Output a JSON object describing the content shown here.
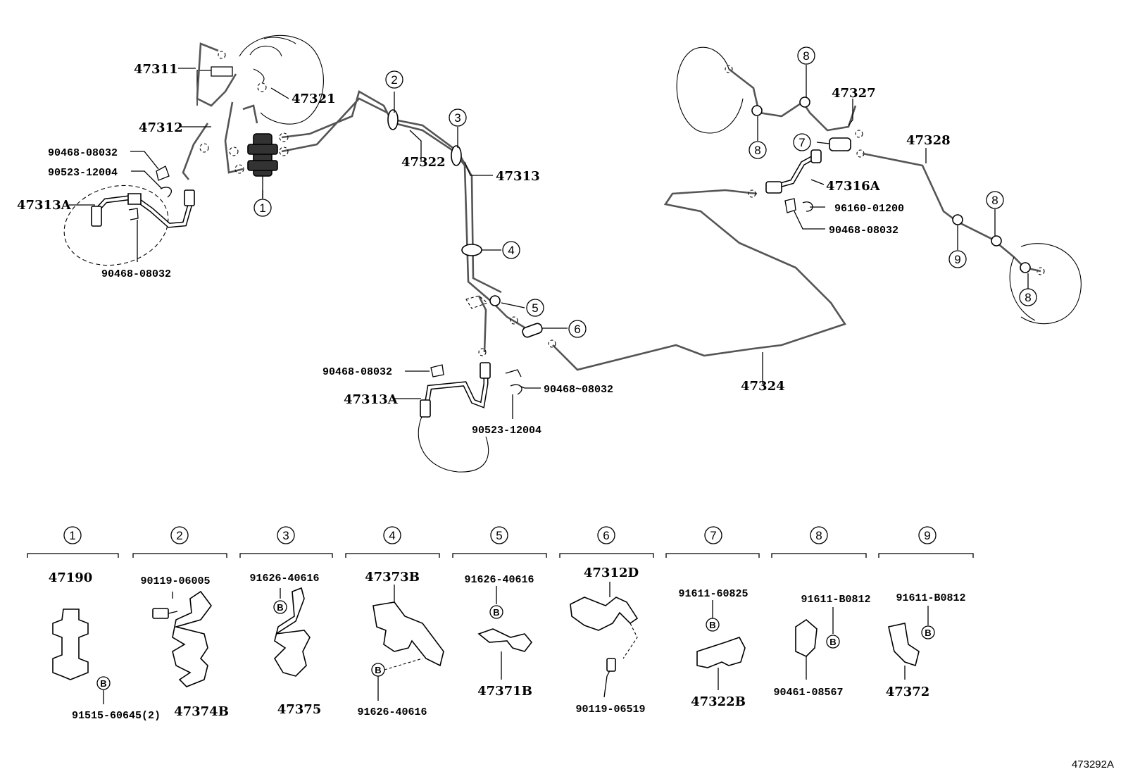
{
  "diagram_id": "473292A",
  "upper_labels": {
    "l47311": "47311",
    "l47321": "47321",
    "l47312": "47312",
    "l90468_a": "90468-08032",
    "l90523_a": "90523-12004",
    "l47313A_a": "47313A",
    "l90468_b": "90468-08032",
    "l47322": "47322",
    "l47313": "47313",
    "l90468_c": "90468-08032",
    "l47313A_b": "47313A",
    "l90468_d": "90468~08032",
    "l90523_b": "90523-12004",
    "l47324": "47324",
    "l47327": "47327",
    "l47328": "47328",
    "l47316A": "47316A",
    "l96160": "96160-01200",
    "l90468_e": "90468-08032"
  },
  "callouts": {
    "c1": "1",
    "c2": "2",
    "c3": "3",
    "c4": "4",
    "c5": "5",
    "c6": "6",
    "c7": "7",
    "c8a": "8",
    "c8b": "8",
    "c8c": "8",
    "c8d": "8",
    "c9": "9"
  },
  "bolt_marker": "B",
  "detail_groups": [
    {
      "num": "1",
      "parts": [
        "47190",
        "91515-60645(2)"
      ]
    },
    {
      "num": "2",
      "parts": [
        "90119-06005",
        "47374B"
      ]
    },
    {
      "num": "3",
      "parts": [
        "91626-40616",
        "47375"
      ]
    },
    {
      "num": "4",
      "parts": [
        "47373B",
        "91626-40616"
      ]
    },
    {
      "num": "5",
      "parts": [
        "91626-40616",
        "47371B"
      ]
    },
    {
      "num": "6",
      "parts": [
        "47312D",
        "90119-06519"
      ]
    },
    {
      "num": "7",
      "parts": [
        "91611-60825",
        "47322B"
      ]
    },
    {
      "num": "8",
      "parts": [
        "91611-B0812",
        "90461-08567"
      ]
    },
    {
      "num": "9",
      "parts": [
        "91611-B0812",
        "47372"
      ]
    }
  ]
}
